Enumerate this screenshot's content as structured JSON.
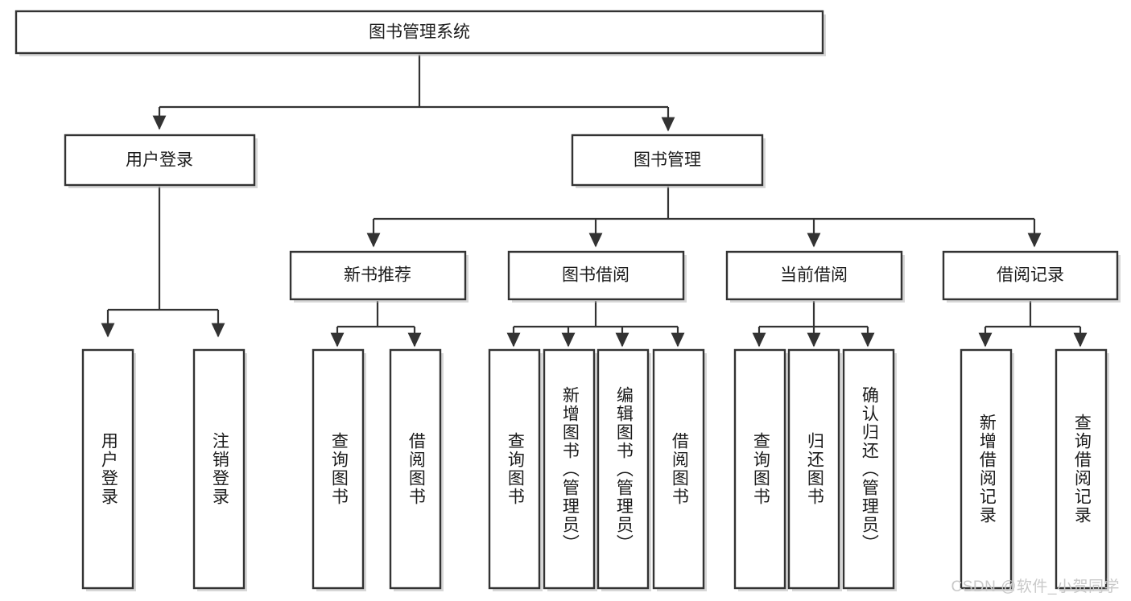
{
  "diagram": {
    "type": "tree-hierarchy",
    "title": "图书管理系统",
    "orientation": "top-down",
    "colors": {
      "box_stroke": "#333333",
      "box_fill": "#ffffff",
      "edge": "#333333",
      "text": "#1b1b1b",
      "watermark": "#c9c9c9",
      "background": "#ffffff"
    },
    "root": {
      "id": "root",
      "label": "图书管理系统",
      "orientation": "horizontal"
    },
    "level2": [
      {
        "id": "user-login",
        "label": "用户登录",
        "orientation": "horizontal"
      },
      {
        "id": "book-manage",
        "label": "图书管理",
        "orientation": "horizontal"
      }
    ],
    "level3": [
      {
        "id": "new-book-recommend",
        "label": "新书推荐",
        "orientation": "horizontal",
        "parent": "book-manage"
      },
      {
        "id": "book-borrow",
        "label": "图书借阅",
        "orientation": "horizontal",
        "parent": "book-manage"
      },
      {
        "id": "current-borrow",
        "label": "当前借阅",
        "orientation": "horizontal",
        "parent": "book-manage"
      },
      {
        "id": "borrow-record",
        "label": "借阅记录",
        "orientation": "horizontal",
        "parent": "book-manage"
      }
    ],
    "leaves": [
      {
        "id": "leaf-user-login",
        "label": "用户登录",
        "parent": "user-login",
        "orientation": "vertical"
      },
      {
        "id": "leaf-user-logout",
        "label": "注销登录",
        "parent": "user-login",
        "orientation": "vertical"
      },
      {
        "id": "leaf-query-book-1",
        "label": "查询图书",
        "parent": "new-book-recommend",
        "orientation": "vertical"
      },
      {
        "id": "leaf-borrow-book-1",
        "label": "借阅图书",
        "parent": "new-book-recommend",
        "orientation": "vertical"
      },
      {
        "id": "leaf-query-book-2",
        "label": "查询图书",
        "parent": "book-borrow",
        "orientation": "vertical"
      },
      {
        "id": "leaf-add-book",
        "label": "新增图书（管理员）",
        "parent": "book-borrow",
        "orientation": "vertical"
      },
      {
        "id": "leaf-edit-book",
        "label": "编辑图书（管理员）",
        "parent": "book-borrow",
        "orientation": "vertical"
      },
      {
        "id": "leaf-borrow-book-2",
        "label": "借阅图书",
        "parent": "book-borrow",
        "orientation": "vertical"
      },
      {
        "id": "leaf-query-book-3",
        "label": "查询图书",
        "parent": "current-borrow",
        "orientation": "vertical"
      },
      {
        "id": "leaf-return-book",
        "label": "归还图书",
        "parent": "current-borrow",
        "orientation": "vertical"
      },
      {
        "id": "leaf-confirm-return",
        "label": "确认归还（管理员）",
        "parent": "current-borrow",
        "orientation": "vertical"
      },
      {
        "id": "leaf-add-record",
        "label": "新增借阅记录",
        "parent": "borrow-record",
        "orientation": "vertical"
      },
      {
        "id": "leaf-query-record",
        "label": "查询借阅记录",
        "parent": "borrow-record",
        "orientation": "vertical"
      }
    ]
  },
  "watermark": {
    "text": "CSDN @软件_小贺同学"
  }
}
